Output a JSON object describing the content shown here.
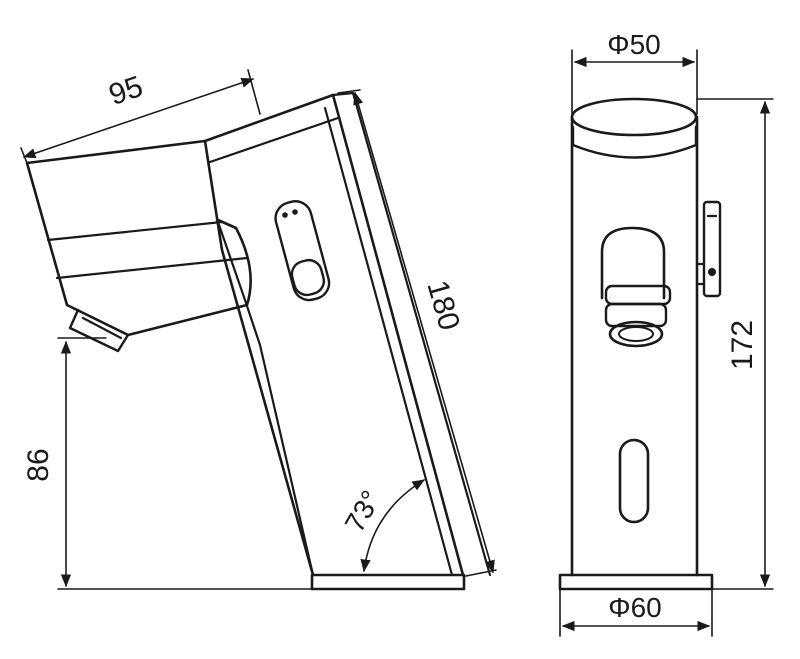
{
  "side_view": {
    "spout_length": "95",
    "height": "180",
    "outlet_height": "86",
    "angle": "73°"
  },
  "front_view": {
    "top_diameter": "Φ50",
    "height": "172",
    "base_diameter": "Φ60"
  },
  "colors": {
    "line": "#1a1a1a",
    "background": "#ffffff"
  }
}
